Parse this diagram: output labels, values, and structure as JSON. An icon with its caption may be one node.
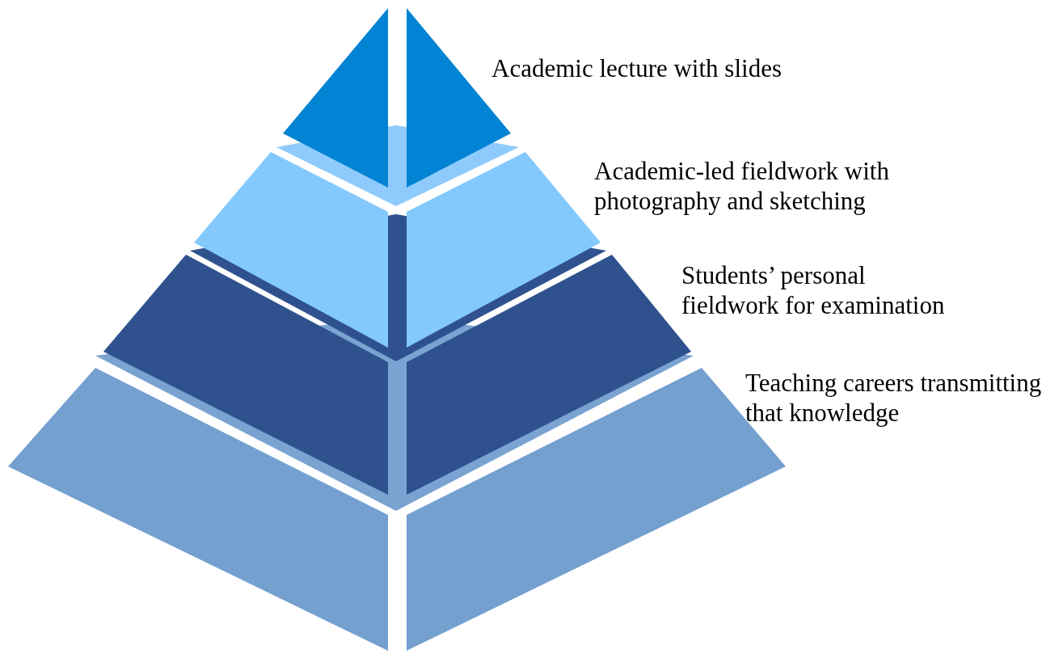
{
  "diagram": {
    "nodes": [
      {
        "text": [
          "Academic lecture with slides"
        ]
      },
      {
        "text": [
          "Academic-led fieldwork with photography and sketching"
        ]
      },
      {
        "text": [
          "Students’ personal fieldwork for examination"
        ]
      },
      {
        "text": [
          "Teaching careers transmitting that knowledge"
        ]
      }
    ]
  }
}
